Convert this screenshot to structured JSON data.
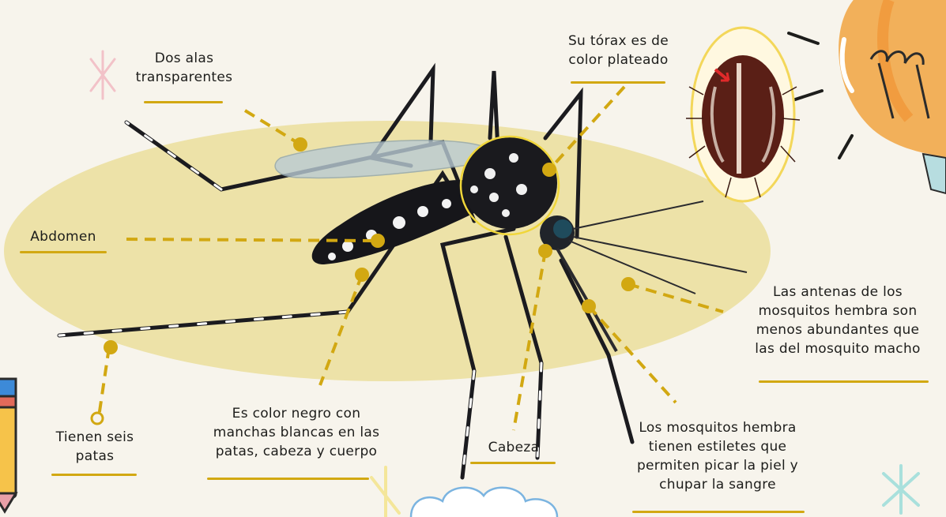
{
  "labels": {
    "wings": [
      "Dos alas",
      "transparentes"
    ],
    "thorax": [
      "Su tórax es de",
      "color plateado"
    ],
    "abdomen": [
      "Abdomen"
    ],
    "antennae": [
      "Las antenas de los",
      "mosquitos hembra son",
      "menos abundantes que",
      "las del mosquito macho"
    ],
    "legs": [
      "Tienen seis",
      "patas"
    ],
    "color": [
      "Es color negro con",
      "manchas blancas en las",
      "patas, cabeza y cuerpo"
    ],
    "head": [
      "Cabeza"
    ],
    "stylets": [
      "Los mosquitos hembra",
      "tienen estiletes que",
      "permiten picar la piel y",
      "chupar la sangre"
    ]
  },
  "colors": {
    "background": "#f7f4ec",
    "ellipse": "#ede2a8",
    "accent": "#d2a812",
    "ink": "#1d1d1b",
    "bulb": "#f2b05a"
  }
}
